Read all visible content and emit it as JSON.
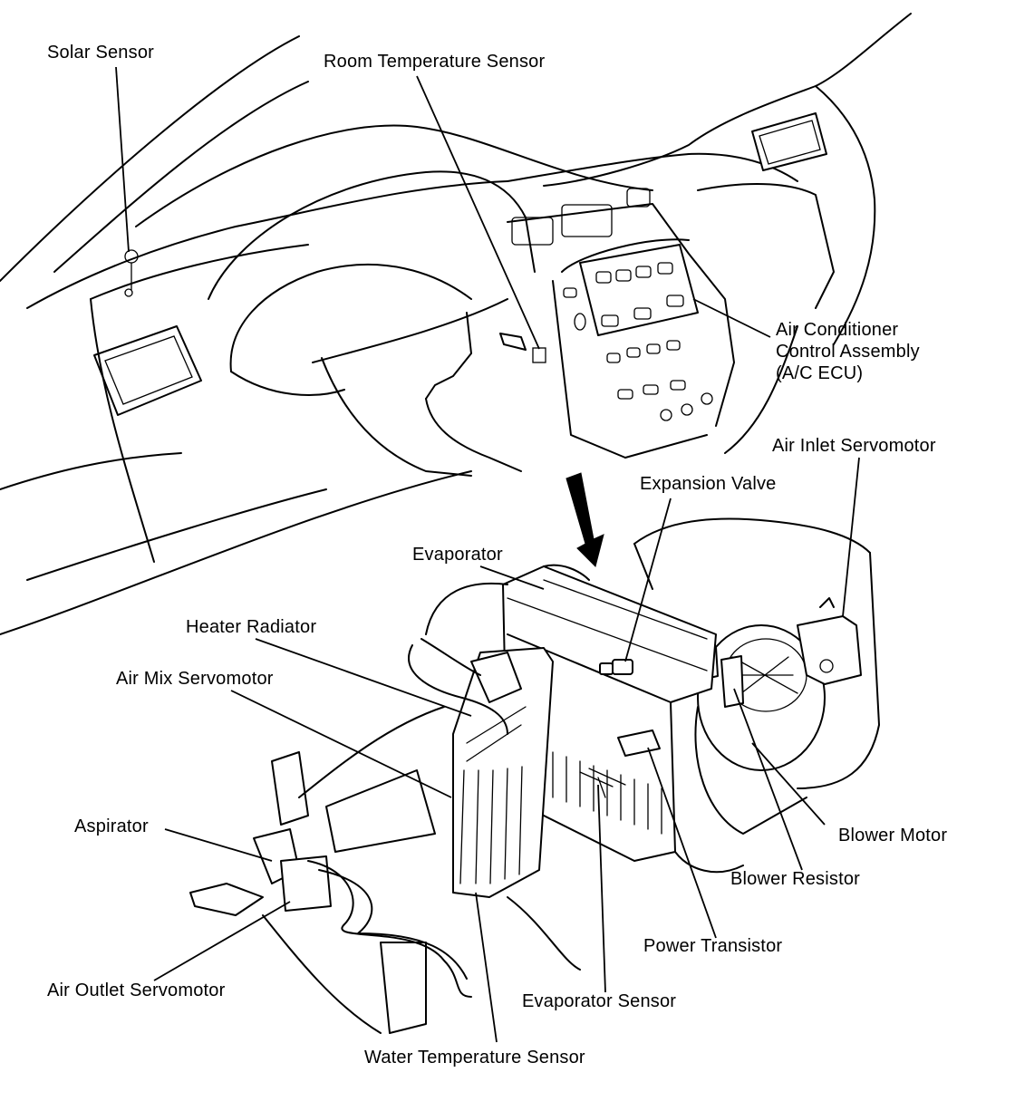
{
  "diagram": {
    "labels": {
      "solar_sensor": "Solar Sensor",
      "room_temperature_sensor": "Room Temperature Sensor",
      "ac_control_line1": "Air Conditioner",
      "ac_control_line2": "Control Assembly",
      "ac_control_line3": "(A/C ECU)",
      "air_inlet_servomotor": "Air Inlet Servomotor",
      "expansion_valve": "Expansion Valve",
      "evaporator": "Evaporator",
      "heater_radiator": "Heater Radiator",
      "air_mix_servomotor": "Air Mix Servomotor",
      "aspirator": "Aspirator",
      "blower_motor": "Blower Motor",
      "blower_resistor": "Blower Resistor",
      "power_transistor": "Power Transistor",
      "air_outlet_servomotor": "Air Outlet Servomotor",
      "evaporator_sensor": "Evaporator Sensor",
      "water_temperature_sensor": "Water Temperature Sensor"
    },
    "colors": {
      "ink": "#000000",
      "paper": "#ffffff"
    }
  }
}
